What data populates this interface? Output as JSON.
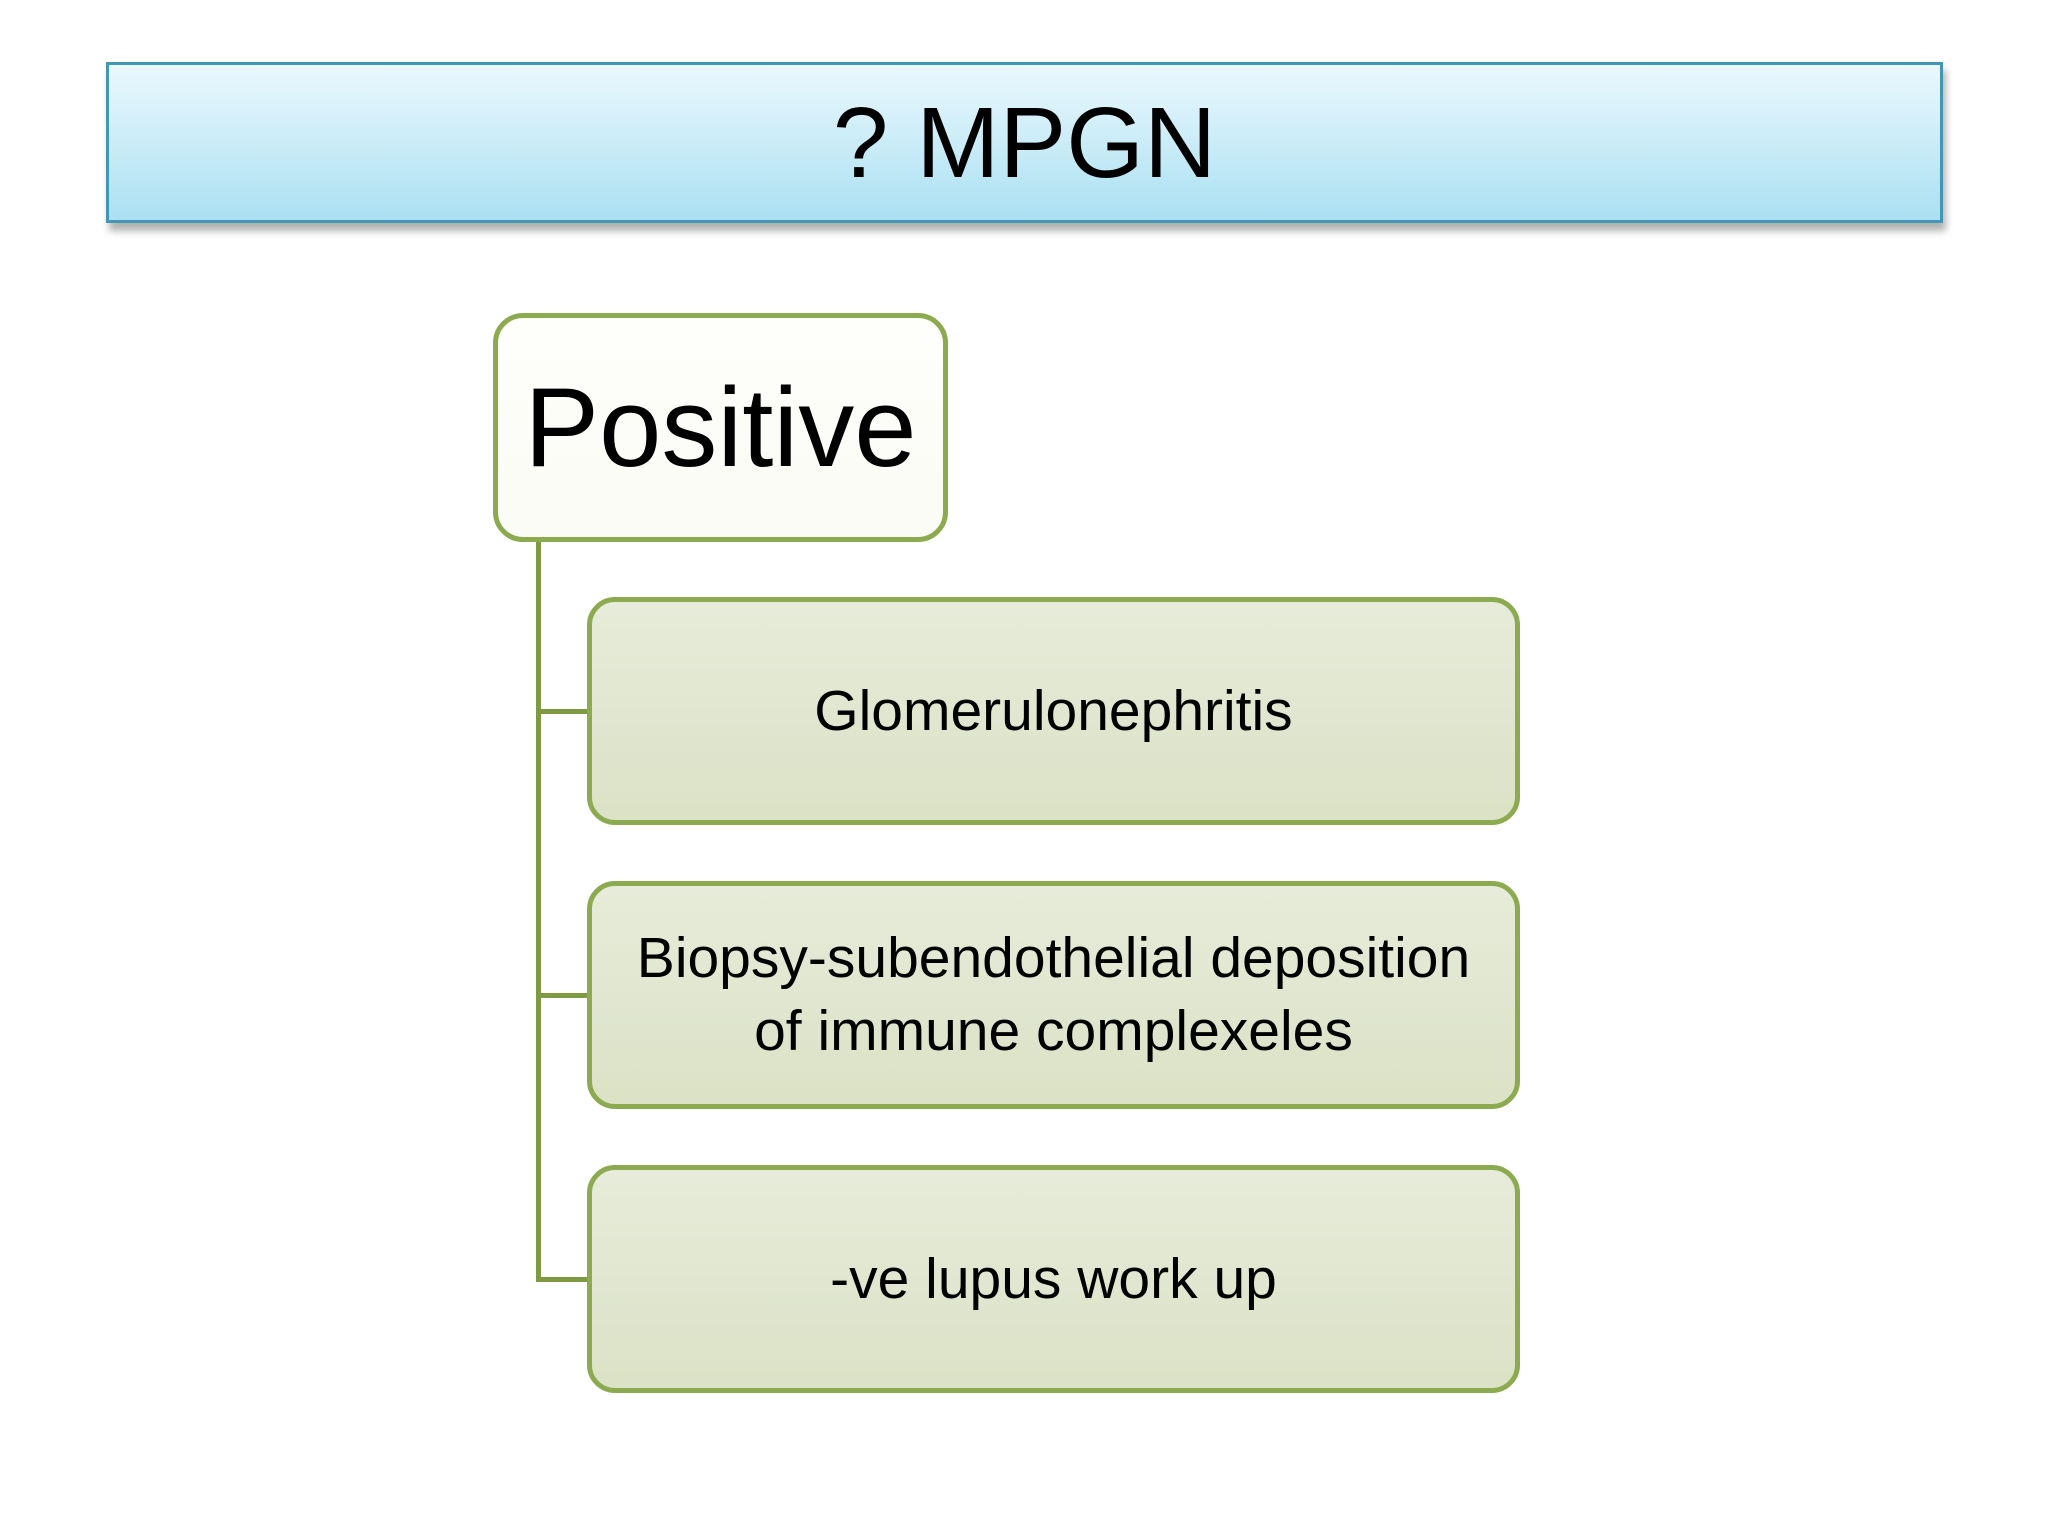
{
  "slide": {
    "title": "? MPGN"
  },
  "diagram": {
    "root_label": "Positive",
    "children": [
      {
        "lines": [
          "Glomerulonephritis"
        ]
      },
      {
        "lines": [
          "Biopsy-subendothelial deposition",
          "of immune complexeles"
        ]
      },
      {
        "lines": [
          "-ve lupus work up"
        ]
      }
    ]
  },
  "colors": {
    "title_border": "#4297b4",
    "title_fill_top": "#eaf8fd",
    "title_fill_bottom": "#abe0f2",
    "node_border": "#8caa4f",
    "connector_line": "#7e9a43",
    "child_fill_top": "#e7ecda",
    "child_fill_bottom": "#dbe2c5",
    "root_fill": "#fdfdf9",
    "text": "#000000"
  }
}
